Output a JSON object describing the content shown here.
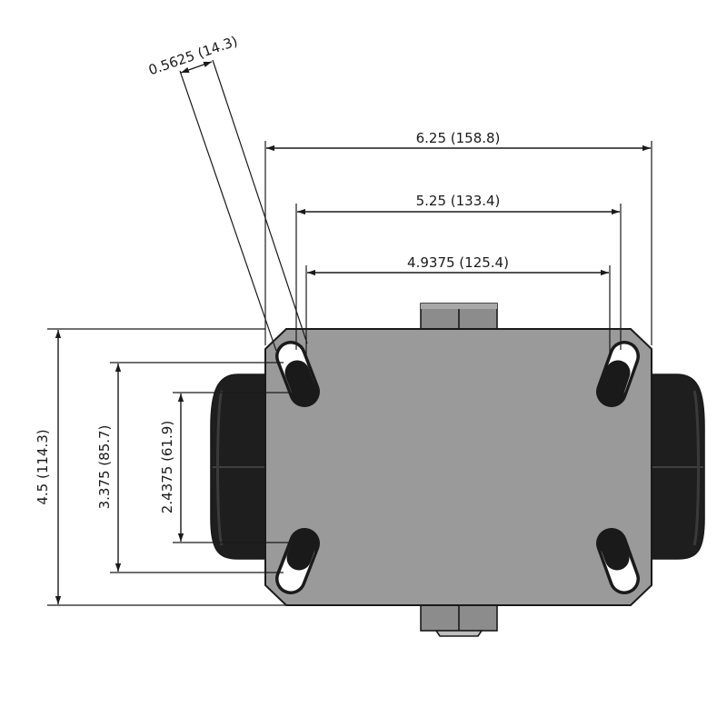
{
  "dimensions": {
    "bolt_hole_width": "0.5625 (14.3)",
    "plate_width": "6.25 (158.8)",
    "bolt_spacing_outer": "5.25 (133.4)",
    "bolt_spacing_inner": "4.9375 (125.4)",
    "plate_length": "4.5 (114.3)",
    "bolt_spacing_length_outer": "3.375 (85.7)",
    "bolt_spacing_length_inner": "2.4375 (61.9)"
  },
  "colors": {
    "plate": "#9a9a9a",
    "wheel": "#1e1e1e",
    "wheel_highlight": "#3a3a3a",
    "axle": "#8c8c8c",
    "line": "#1a1a1a"
  }
}
